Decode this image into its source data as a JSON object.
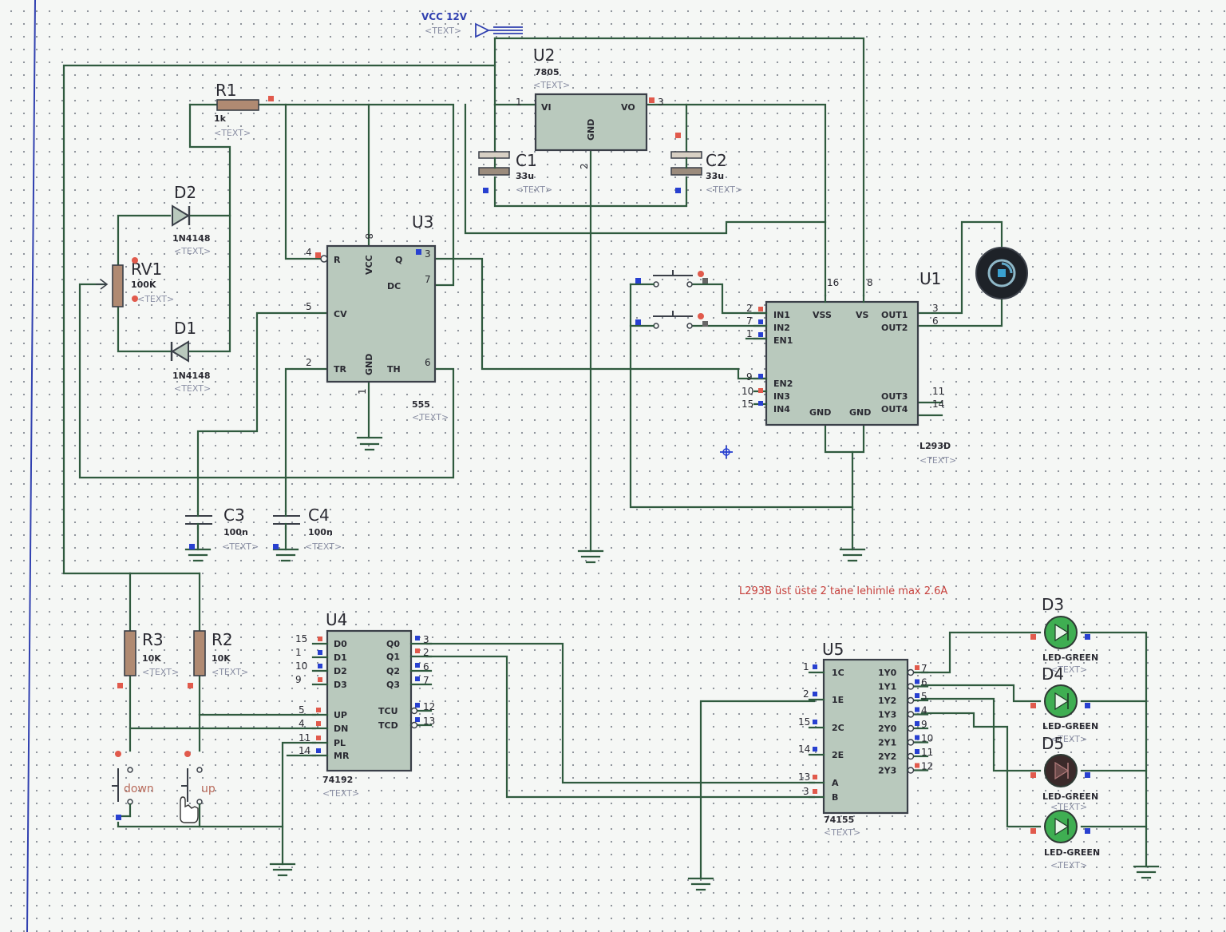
{
  "power": {
    "label": "VCC 12V",
    "text": "<TEXT>"
  },
  "components": {
    "U2": {
      "ref": "U2",
      "value": "7805",
      "text": "<TEXT>",
      "pin_vi": "VI",
      "pin_vo": "VO",
      "pin_gnd": "GND",
      "pin1": "1",
      "pin2": "2",
      "pin3": "3"
    },
    "R1": {
      "ref": "R1",
      "value": "1k",
      "text": "<TEXT>"
    },
    "C1": {
      "ref": "C1",
      "value": "33u",
      "text": "<TEXT>"
    },
    "C2": {
      "ref": "C2",
      "value": "33u",
      "text": "<TEXT>"
    },
    "D2": {
      "ref": "D2",
      "value": "1N4148",
      "text": "<TEXT>"
    },
    "D1": {
      "ref": "D1",
      "value": "1N4148",
      "text": "<TEXT>"
    },
    "RV1": {
      "ref": "RV1",
      "value": "100K",
      "text": "<TEXT>"
    },
    "U3": {
      "ref": "U3",
      "value": "555",
      "text": "<TEXT>",
      "pins": {
        "R": "R",
        "VCC": "VCC",
        "Q": "Q",
        "DC": "DC",
        "CV": "CV",
        "TR": "TR",
        "GND": "GND",
        "TH": "TH"
      },
      "pin_numbers": {
        "p4": "4",
        "p8": "8",
        "p3": "3",
        "p7": "7",
        "p5": "5",
        "p2": "2",
        "p1": "1",
        "p6": "6"
      }
    },
    "C3": {
      "ref": "C3",
      "value": "100n",
      "text": "<TEXT>"
    },
    "C4": {
      "ref": "C4",
      "value": "100n",
      "text": "<TEXT>"
    },
    "U1": {
      "ref": "U1",
      "value": "L293D",
      "text": "<TEXT>",
      "pins": {
        "in1": "IN1",
        "in2": "IN2",
        "en1": "EN1",
        "en2": "EN2",
        "in3": "IN3",
        "in4": "IN4",
        "vss": "VSS",
        "vs": "VS",
        "out1": "OUT1",
        "out2": "OUT2",
        "out3": "OUT3",
        "out4": "OUT4",
        "gnd1": "GND",
        "gnd2": "GND"
      },
      "pin_numbers": {
        "p2": "2",
        "p7": "7",
        "p1": "1",
        "p9": "9",
        "p10": "10",
        "p15": "15",
        "p16": "16",
        "p8": "8",
        "p3": "3",
        "p6": "6",
        "p11": "11",
        "p14": "14"
      }
    },
    "R3": {
      "ref": "R3",
      "value": "10K",
      "text": "<TEXT>"
    },
    "R2": {
      "ref": "R2",
      "value": "10K",
      "text": "<TEXT>"
    },
    "SW_down": {
      "label": "down"
    },
    "SW_up": {
      "label": "up"
    },
    "U4": {
      "ref": "U4",
      "value": "74192",
      "text": "<TEXT>",
      "left_pins": [
        "D0",
        "D1",
        "D2",
        "D3",
        "UP",
        "DN",
        "PL",
        "MR"
      ],
      "left_nums": [
        "15",
        "1",
        "10",
        "9",
        "5",
        "4",
        "11",
        "14"
      ],
      "right_pins": [
        "Q0",
        "Q1",
        "Q2",
        "Q3",
        "TCU",
        "TCD"
      ],
      "right_nums": [
        "3",
        "2",
        "6",
        "7",
        "12",
        "13"
      ]
    },
    "U5": {
      "ref": "U5",
      "value": "74155",
      "text": "<TEXT>",
      "left_pins": [
        "1C",
        "1E",
        "2C",
        "2E",
        "A",
        "B"
      ],
      "left_nums": [
        "1",
        "2",
        "15",
        "14",
        "13",
        "3"
      ],
      "right_pins": [
        "1Y0",
        "1Y1",
        "1Y2",
        "1Y3",
        "2Y0",
        "2Y1",
        "2Y2",
        "2Y3"
      ],
      "right_nums": [
        "7",
        "6",
        "5",
        "4",
        "9",
        "10",
        "11",
        "12"
      ]
    },
    "D3": {
      "ref": "D3",
      "value": "LED-GREEN",
      "text": "<TEXT>"
    },
    "D4": {
      "ref": "D4",
      "value": "LED-GREEN",
      "text": "<TEXT>"
    },
    "D5": {
      "ref": "D5",
      "value": "LED-GREEN",
      "text": "<TEXT>"
    },
    "D6": {
      "value": "LED-GREEN",
      "text": "<TEXT>"
    }
  },
  "note": "L293B üst üste 2 tane lehimle max 2.6A",
  "colors": {
    "wire": "#2f5a3e",
    "body": "#b9c9bd",
    "pin_red": "#e15a4c",
    "pin_blue": "#2840d0",
    "led_green": "#3fae52",
    "led_off": "#3b2a2a",
    "note": "#c7403c"
  }
}
